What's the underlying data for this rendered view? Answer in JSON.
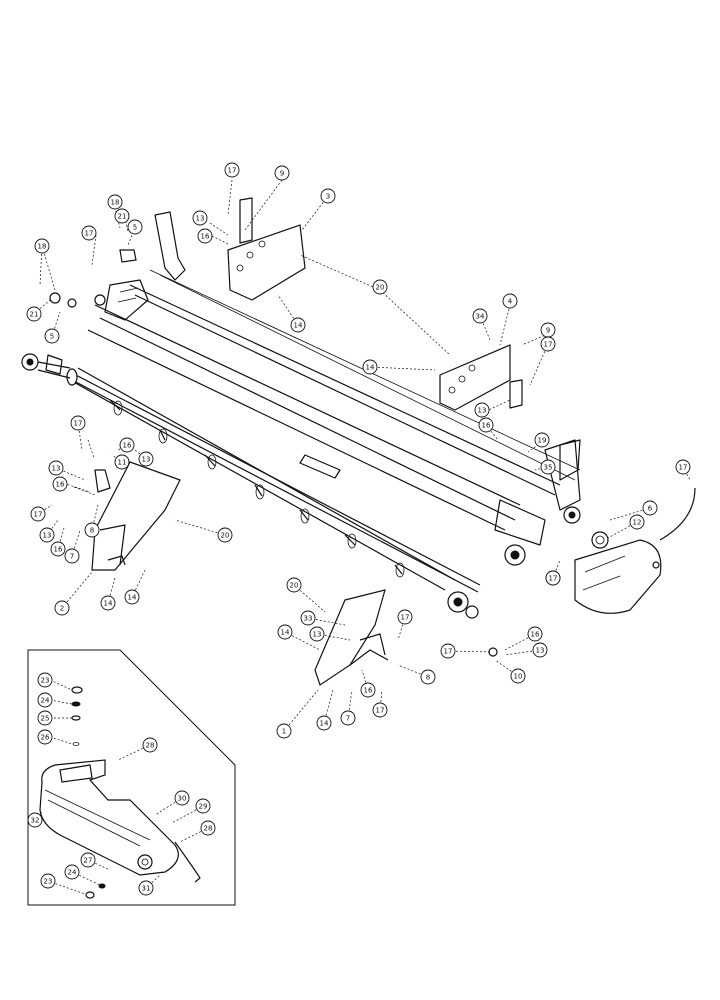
{
  "callouts": [
    {
      "label": "17"
    },
    {
      "label": "9"
    },
    {
      "label": "3"
    },
    {
      "label": "13"
    },
    {
      "label": "16"
    },
    {
      "label": "18"
    },
    {
      "label": "21"
    },
    {
      "label": "17"
    },
    {
      "label": "5"
    },
    {
      "label": "20"
    },
    {
      "label": "14"
    },
    {
      "label": "18"
    },
    {
      "label": "21"
    },
    {
      "label": "5"
    },
    {
      "label": "34"
    },
    {
      "label": "4"
    },
    {
      "label": "9"
    },
    {
      "label": "17"
    },
    {
      "label": "14"
    },
    {
      "label": "13"
    },
    {
      "label": "16"
    },
    {
      "label": "19"
    },
    {
      "label": "35"
    },
    {
      "label": "17"
    },
    {
      "label": "17"
    },
    {
      "label": "17"
    },
    {
      "label": "16"
    },
    {
      "label": "11"
    },
    {
      "label": "13"
    },
    {
      "label": "13"
    },
    {
      "label": "16"
    },
    {
      "label": "17"
    },
    {
      "label": "8"
    },
    {
      "label": "13"
    },
    {
      "label": "16"
    },
    {
      "label": "7"
    },
    {
      "label": "20"
    },
    {
      "label": "6"
    },
    {
      "label": "12"
    },
    {
      "label": "17"
    },
    {
      "label": "2"
    },
    {
      "label": "14"
    },
    {
      "label": "14"
    },
    {
      "label": "20"
    },
    {
      "label": "33"
    },
    {
      "label": "13"
    },
    {
      "label": "17"
    },
    {
      "label": "14"
    },
    {
      "label": "17"
    },
    {
      "label": "16"
    },
    {
      "label": "13"
    },
    {
      "label": "10"
    },
    {
      "label": "8"
    },
    {
      "label": "16"
    },
    {
      "label": "1"
    },
    {
      "label": "14"
    },
    {
      "label": "7"
    },
    {
      "label": "17"
    },
    {
      "label": "23"
    },
    {
      "label": "24"
    },
    {
      "label": "25"
    },
    {
      "label": "26"
    },
    {
      "label": "28"
    },
    {
      "label": "30"
    },
    {
      "label": "29"
    },
    {
      "label": "32"
    },
    {
      "label": "28"
    },
    {
      "label": "27"
    },
    {
      "label": "24"
    },
    {
      "label": "23"
    },
    {
      "label": "31"
    }
  ]
}
